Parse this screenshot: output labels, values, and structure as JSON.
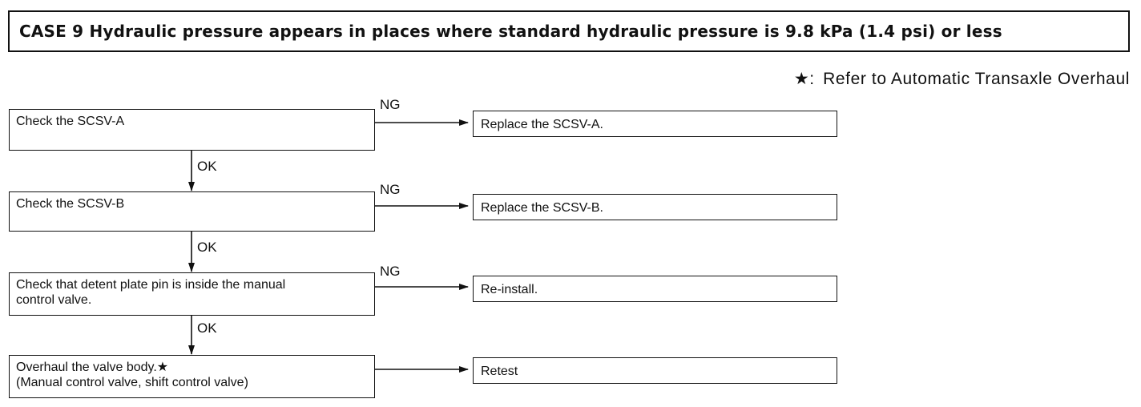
{
  "title": "CASE 9 Hydraulic pressure appears in places where standard hydraulic pressure is 9.8 kPa (1.4 psi) or less",
  "legend": {
    "symbol": "★:",
    "text": "Refer to Automatic Transaxle Overhaul"
  },
  "steps": [
    {
      "check_line1": "Check the SCSV-A",
      "check_line2": "",
      "branch_label": "NG",
      "result": "Replace the SCSV-A.",
      "next_label": "OK"
    },
    {
      "check_line1": "Check the SCSV-B",
      "check_line2": "",
      "branch_label": "NG",
      "result": "Replace the SCSV-B.",
      "next_label": "OK"
    },
    {
      "check_line1": "Check that detent plate pin is inside the manual",
      "check_line2": "control valve.",
      "branch_label": "NG",
      "result": "Re-install.",
      "next_label": "OK"
    },
    {
      "check_line1": "Overhaul the valve body.★",
      "check_line2": "(Manual control valve, shift control valve)",
      "branch_label": "",
      "result": "Retest",
      "next_label": ""
    }
  ]
}
